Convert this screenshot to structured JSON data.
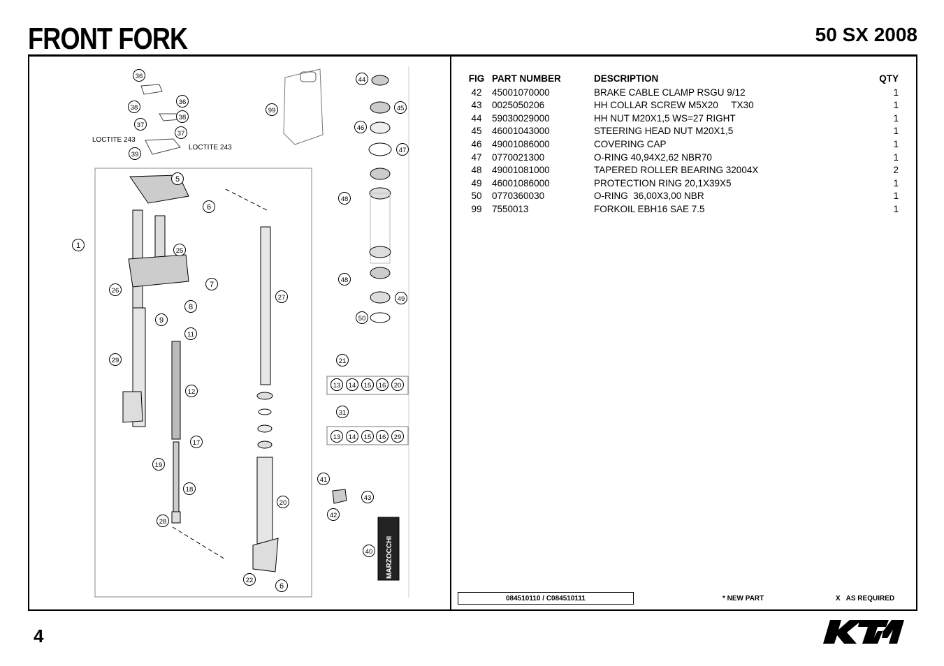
{
  "header": {
    "title": "FRONT FORK",
    "model": "50 SX 2008"
  },
  "diagram": {
    "callouts": [
      "36",
      "36",
      "38",
      "38",
      "37",
      "37",
      "39",
      "99",
      "44",
      "45",
      "46",
      "47",
      "5",
      "6",
      "1",
      "25",
      "7",
      "26",
      "27",
      "8",
      "9",
      "11",
      "48",
      "48",
      "49",
      "50",
      "29",
      "12",
      "21",
      "31",
      "13",
      "14",
      "15",
      "16",
      "17",
      "19",
      "18",
      "20",
      "28",
      "22",
      "6",
      "41",
      "42",
      "43",
      "40"
    ],
    "group_21": [
      "13",
      "14",
      "15",
      "16",
      "20"
    ],
    "group_31": [
      "13",
      "14",
      "15",
      "16",
      "29"
    ],
    "loctite_left": "LOCTITE 243",
    "loctite_right": "LOCTITE 243",
    "brand_label": "MARZOCCHI"
  },
  "table": {
    "headers": {
      "fig": "FIG",
      "part_number": "PART NUMBER",
      "description": "DESCRIPTION",
      "qty": "QTY"
    },
    "rows": [
      {
        "fig": "42",
        "part_number": "45001070000",
        "description": "BRAKE CABLE CLAMP RSGU 9/12",
        "qty": "1"
      },
      {
        "fig": "43",
        "part_number": "0025050206",
        "description": "HH COLLAR SCREW M5X20     TX30",
        "qty": "1"
      },
      {
        "fig": "44",
        "part_number": "59030029000",
        "description": "HH NUT M20X1,5 WS=27 RIGHT",
        "qty": "1"
      },
      {
        "fig": "45",
        "part_number": "46001043000",
        "description": "STEERING HEAD NUT M20X1,5",
        "qty": "1"
      },
      {
        "fig": "46",
        "part_number": "49001086000",
        "description": "COVERING CAP",
        "qty": "1"
      },
      {
        "fig": "47",
        "part_number": "0770021300",
        "description": "O-RING 40,94X2,62 NBR70",
        "qty": "1"
      },
      {
        "fig": "48",
        "part_number": "49001081000",
        "description": "TAPERED ROLLER BEARING 32004X",
        "qty": "2"
      },
      {
        "fig": "49",
        "part_number": "46001086000",
        "description": "PROTECTION RING 20,1X39X5",
        "qty": "1"
      },
      {
        "fig": "50",
        "part_number": "0770360030",
        "description": "O-RING  36,00X3,00 NBR",
        "qty": "1"
      },
      {
        "fig": "99",
        "part_number": "7550013",
        "description": "FORKOIL EBH16 SAE 7.5",
        "qty": "1"
      }
    ]
  },
  "footer": {
    "part_codes": "084510110 / C084510111",
    "new_part": "* NEW PART",
    "as_required": "X   AS REQUIRED",
    "page_number": "4",
    "brand": "KTM"
  },
  "icons": {
    "logo": "ktm-logo-icon"
  }
}
